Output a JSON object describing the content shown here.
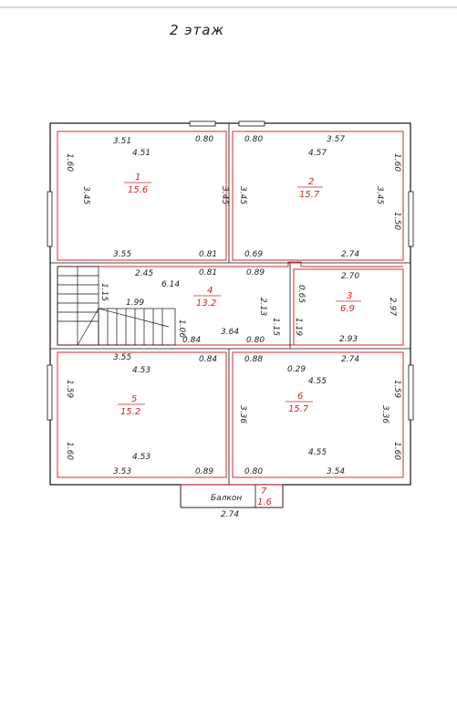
{
  "title": "2 этаж",
  "balcony_label": "Балкон",
  "colors": {
    "wall": "#111111",
    "room_outline": "#d42a2a",
    "dimension_text": "#222222",
    "area_text": "#cc2222"
  },
  "rooms": [
    {
      "num": "1",
      "area": "15.6"
    },
    {
      "num": "2",
      "area": "15.7"
    },
    {
      "num": "4",
      "area": "13.2"
    },
    {
      "num": "3",
      "area": "6.9"
    },
    {
      "num": "5",
      "area": "15.2"
    },
    {
      "num": "6",
      "area": "15.7"
    },
    {
      "num": "7",
      "area": "1.6"
    }
  ],
  "dimensions": [
    "3.51",
    "4.51",
    "0.80",
    "0.80",
    "4.57",
    "3.57",
    "1.60",
    "3.45",
    "3.45",
    "3.45",
    "3.45",
    "1.50",
    "1.60",
    "3.55",
    "0.81",
    "0.69",
    "2.74",
    "2.45",
    "6.14",
    "0.81",
    "0.89",
    "2.70",
    "1.15",
    "1.99",
    "2.13",
    "0.65",
    "2.97",
    "1.06",
    "3.64",
    "1.15",
    "1.19",
    "2.93",
    "0.84",
    "0.80",
    "3.55",
    "0.84",
    "0.88",
    "0.29",
    "2.74",
    "4.53",
    "4.55",
    "1.59",
    "3.36",
    "3.36",
    "1.59",
    "1.60",
    "4.53",
    "4.55",
    "1.60",
    "3.53",
    "0.89",
    "0.80",
    "3.54",
    "2.74"
  ]
}
